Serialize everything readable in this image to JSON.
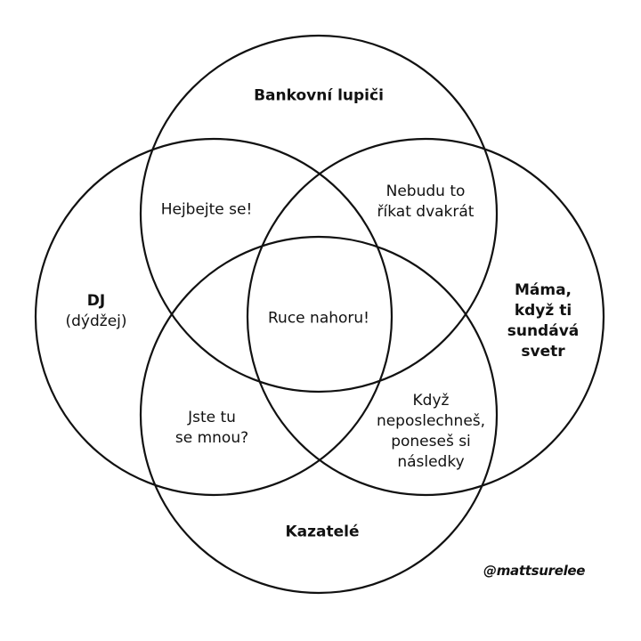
{
  "sets": {
    "top": "Bankovní lupiči",
    "left_line1": "DJ",
    "left_line2": "(dýdžej)",
    "right_line1": "Máma,",
    "right_line2": "když ti",
    "right_line3": "sundává",
    "right_line4": "svetr",
    "bottom": "Kazatelé"
  },
  "intersections": {
    "top_left": "Hejbejte se!",
    "top_right_line1": "Nebudu to",
    "top_right_line2": "říkat dvakrát",
    "center": "Ruce nahoru!",
    "bottom_left_line1": "Jste tu",
    "bottom_left_line2": "se mnou?",
    "bottom_right_line1": "Když",
    "bottom_right_line2": "neposlechneš,",
    "bottom_right_line3": "poneseš si",
    "bottom_right_line4": "následky"
  },
  "credit": "@mattsurelee"
}
